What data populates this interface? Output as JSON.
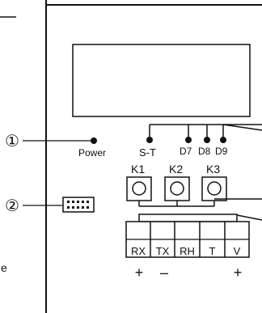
{
  "callouts": [
    {
      "id": "callout-1",
      "symbol": "①"
    },
    {
      "id": "callout-2",
      "symbol": "②"
    }
  ],
  "labels": {
    "power": "Power",
    "st": "S-T",
    "d7": "D7",
    "d8": "D8",
    "d9": "D9",
    "k1": "K1",
    "k2": "K2",
    "k3": "K3",
    "left_edge_letter": "e"
  },
  "terminals": [
    "RX",
    "TX",
    "RH",
    "T",
    "V"
  ],
  "polarity": {
    "rx": "+",
    "tx": "–",
    "v": "+"
  }
}
